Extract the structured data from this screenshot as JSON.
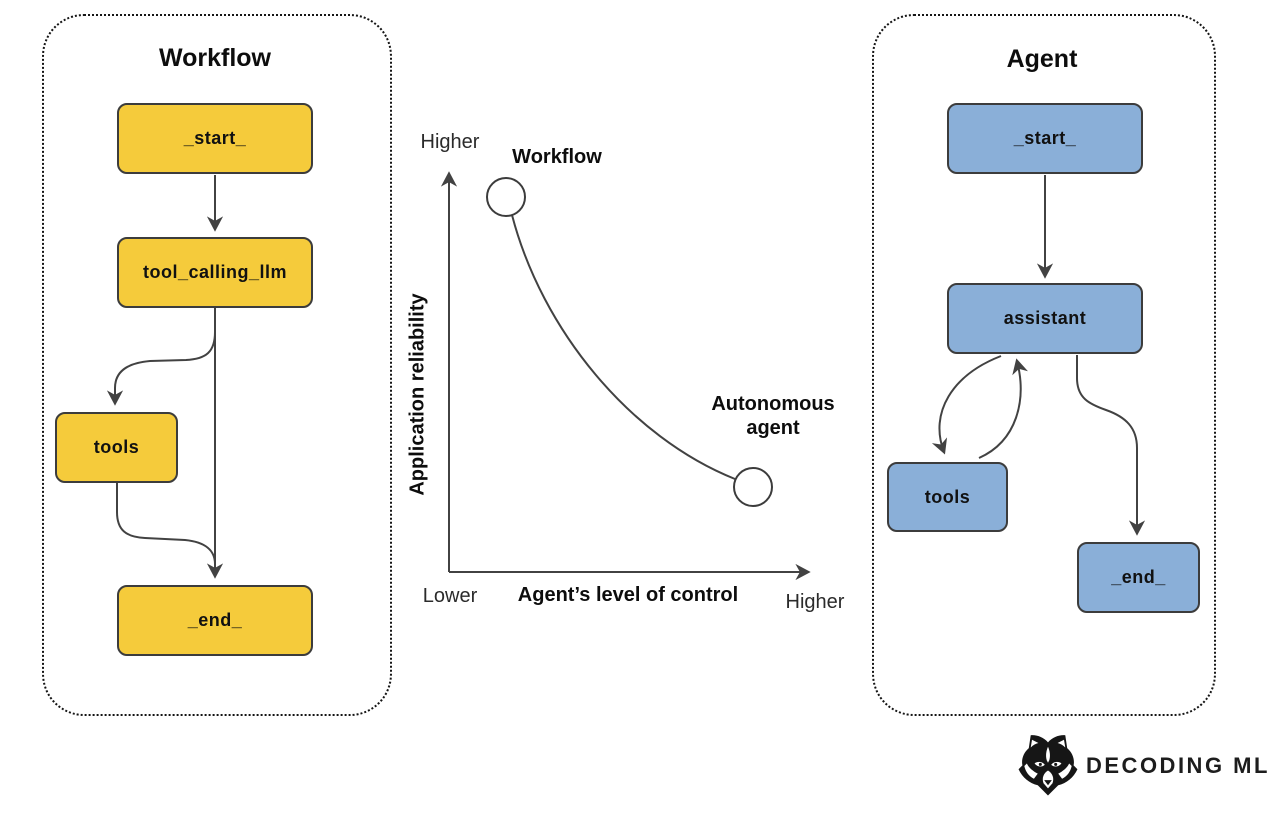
{
  "workflow_panel": {
    "title": "Workflow",
    "nodes": {
      "start": "_start_",
      "tool_calling_llm": "tool_calling_llm",
      "tools": "tools",
      "end": "_end_"
    },
    "edges": [
      "_start_ -> tool_calling_llm",
      "tool_calling_llm -> tools",
      "tool_calling_llm -> _end_",
      "tools -> _end_"
    ]
  },
  "agent_panel": {
    "title": "Agent",
    "nodes": {
      "start": "_start_",
      "assistant": "assistant",
      "tools": "tools",
      "end": "_end_"
    },
    "edges": [
      "_start_ -> assistant",
      "assistant -> tools",
      "tools -> assistant",
      "assistant -> _end_"
    ]
  },
  "chart_data": {
    "type": "scatter",
    "title": "",
    "xlabel": "Agent’s level of control",
    "ylabel": "Application reliability",
    "x_end_labels": {
      "min": "Lower",
      "max": "Higher"
    },
    "y_end_labels": {
      "max": "Higher"
    },
    "xlim": [
      0,
      1
    ],
    "ylim": [
      0,
      1
    ],
    "grid": false,
    "legend": false,
    "points": [
      {
        "label": "Workflow",
        "x": 0.158,
        "y": 0.938
      },
      {
        "label": "Autonomous agent",
        "x": 0.842,
        "y": 0.213
      }
    ],
    "connector": {
      "type": "curve",
      "shape": "concave-decreasing",
      "from": "Workflow",
      "to": "Autonomous agent"
    }
  },
  "logo": {
    "brand": "DECODING ML",
    "icon": "fox-head"
  },
  "colors": {
    "workflow_node_fill": "#f5cb3b",
    "agent_node_fill": "#8aafd8",
    "node_border": "#3c3c3c",
    "edge": "#424242",
    "panel_border": "#151515",
    "text": "#111111"
  }
}
